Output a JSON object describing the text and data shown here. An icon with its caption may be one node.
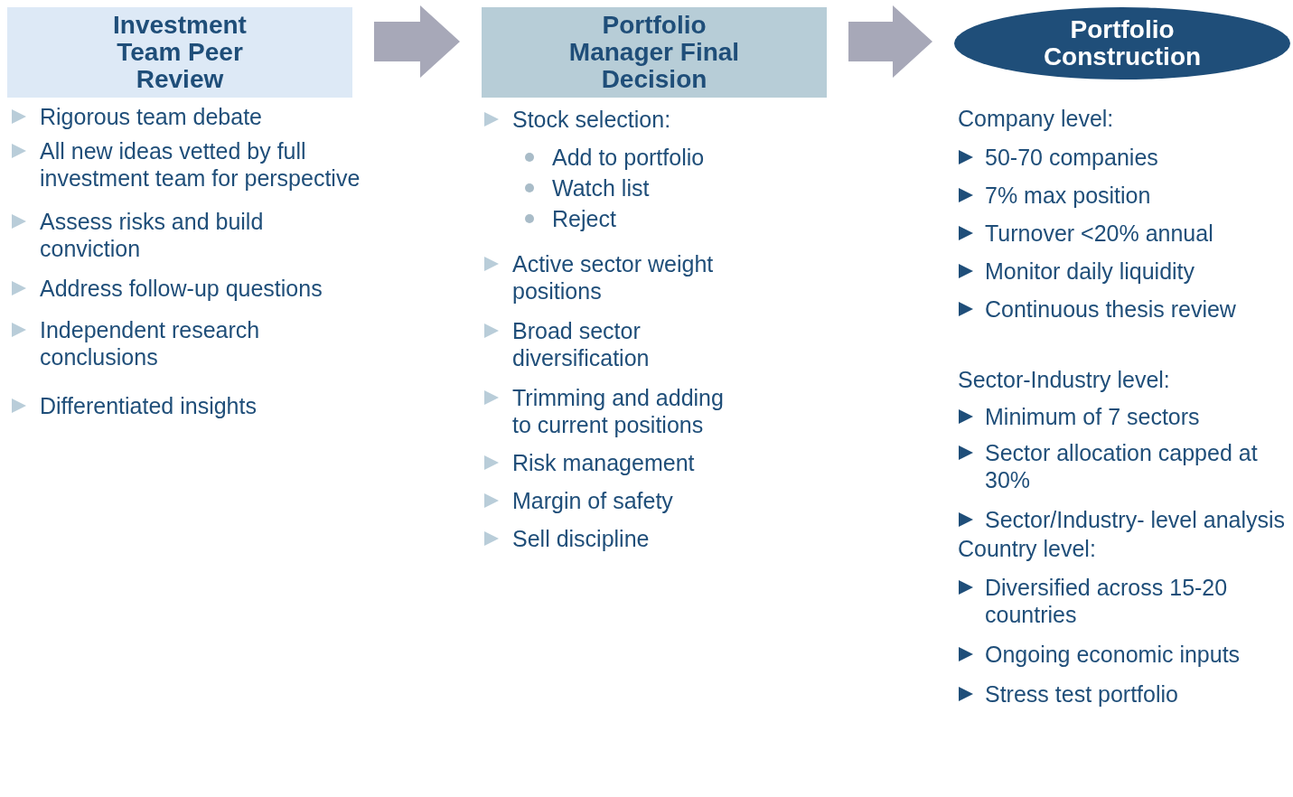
{
  "diagram": {
    "nodes": [
      {
        "text": [
          "Investment Team Peer Review"
        ]
      },
      {
        "text": [
          "Portfolio Manager Final Decision"
        ]
      },
      {
        "text": [
          "Portfolio Construction"
        ]
      }
    ],
    "edges": [
      {
        "from": 0,
        "to": 1,
        "arrow": "to",
        "style": "thick"
      },
      {
        "from": 1,
        "to": 2,
        "arrow": "to",
        "style": "thick"
      }
    ],
    "labels": [
      "Rigorous team debate",
      "All new ideas vetted by full investment team for perspective",
      "Assess risks and build conviction",
      "Address follow-up questions",
      "Independent research conclusions",
      "Differentiated insights",
      "Stock selection:",
      "Add to portfolio",
      "Watch list",
      "Reject",
      "Active sector weight positions",
      "Broad sector diversification",
      "Trimming and adding to current positions",
      "Risk management",
      "Margin of safety",
      "Sell discipline",
      "Company level:",
      "50-70 companies",
      "7% max position",
      "Turnover <20% annual",
      "Monitor daily liquidity",
      "Continuous thesis review",
      "Sector-Industry level:",
      "Minimum of 7 sectors",
      "Sector allocation capped at 30%",
      "Sector/Industry- level analysis",
      "Country level:",
      "Diversified across 15-20 countries",
      "Ongoing economic inputs",
      "Stress test portfolio"
    ]
  }
}
